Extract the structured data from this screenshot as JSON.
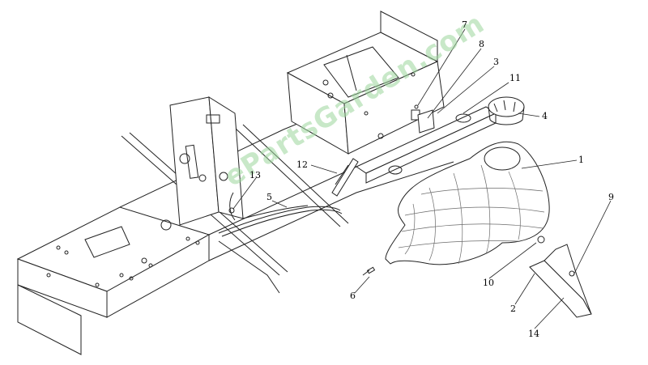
{
  "callouts": {
    "c1": "1",
    "c2": "2",
    "c3": "3",
    "c4": "4",
    "c5": "5",
    "c6": "6",
    "c7": "7",
    "c8": "8",
    "c9": "9",
    "c10": "10",
    "c11": "11",
    "c12": "12",
    "c13": "13",
    "c14": "14"
  },
  "watermark": "ePartsGarden.com",
  "colors": {
    "line": "#222222",
    "tank_mesh": "#6a6a6a",
    "watermark": "#9cd69c"
  }
}
